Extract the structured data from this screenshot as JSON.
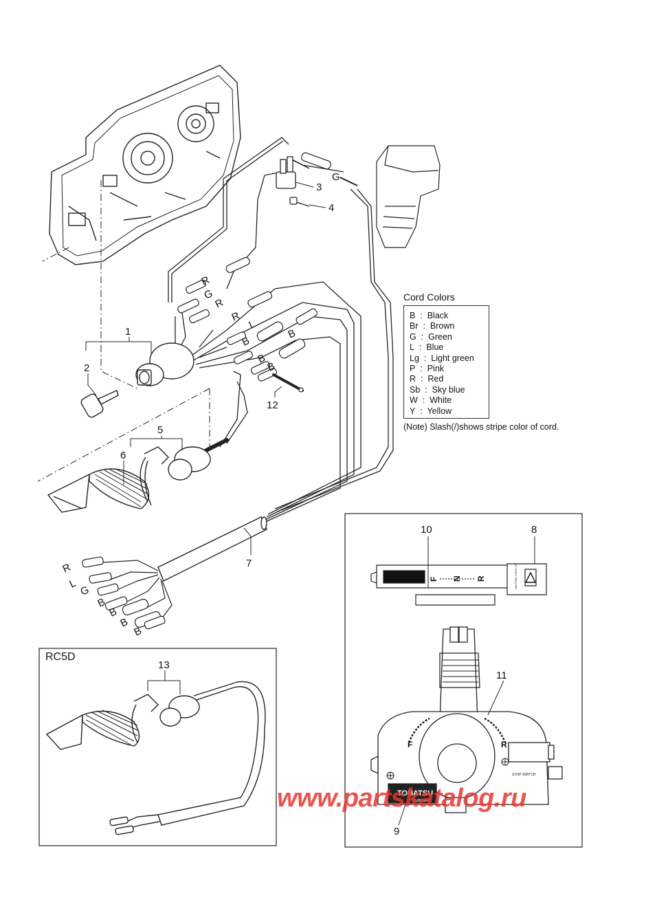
{
  "legend": {
    "title": "Cord Colors",
    "rows": [
      {
        "code": "B",
        "name": "Black"
      },
      {
        "code": "Br",
        "name": "Brown"
      },
      {
        "code": "G",
        "name": "Green"
      },
      {
        "code": "L",
        "name": "Blue"
      },
      {
        "code": "Lg",
        "name": "Light green"
      },
      {
        "code": "P",
        "name": "Pink"
      },
      {
        "code": "R",
        "name": "Red"
      },
      {
        "code": "Sb",
        "name": "Sky blue"
      },
      {
        "code": "W",
        "name": "White"
      },
      {
        "code": "Y",
        "name": "Yellow"
      }
    ],
    "note": "(Note) Slash(/)shows stripe color of cord."
  },
  "inset": {
    "title": "RC5D"
  },
  "callouts": {
    "c1": "1",
    "c2": "2",
    "c3": "3",
    "c4": "4",
    "c5": "5",
    "c6": "6",
    "c7": "7",
    "c8": "8",
    "c9": "9",
    "c10": "10",
    "c11": "11",
    "c12": "12",
    "c13": "13"
  },
  "wire_labels": {
    "top_r1": "R",
    "top_g": "G",
    "top_r2": "R",
    "mid_r": "R",
    "mid_l": "L",
    "mid_b1": "B",
    "mid_b2": "B",
    "mid_b3": "B",
    "mid_b4": "B",
    "sw_g": "G",
    "end_r": "R",
    "end_l": "L",
    "end_g": "G",
    "end_b1": "B",
    "end_b2": "B",
    "end_b3": "B",
    "end_b4": "B"
  },
  "lever_marks": {
    "f": "F",
    "n": "N",
    "r": "R",
    "stop_switch": "STOP SWITCH",
    "neutral_lock": "NEUTRAL LOCK UP"
  },
  "brand": {
    "name": "TOHATSU",
    "sub": "Outboards"
  },
  "watermark": "www.partskatalog.ru"
}
